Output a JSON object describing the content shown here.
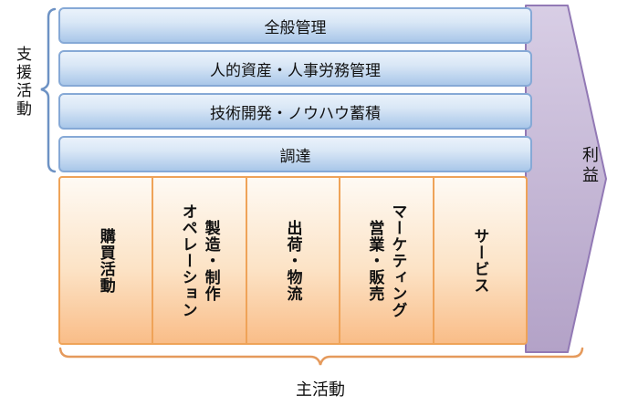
{
  "diagram": {
    "title": "value-chain",
    "support_label": "支援活動",
    "primary_label": "主活動",
    "profit_label": "利益",
    "support_rows": [
      "全般管理",
      "人的資産・人事労務管理",
      "技術開発・ノウハウ蓄積",
      "調達"
    ],
    "primary_columns": [
      "購買活動",
      "製造・制作\nオペレーション",
      "出荷・物流",
      "マーケティング\n営業・販売",
      "サービス"
    ],
    "colors": {
      "bar_fill_top": "#d9e7f6",
      "bar_fill_bottom": "#a9c7e9",
      "bar_border": "#86a9d6",
      "column_fill_top": "#fefaf4",
      "column_fill_bottom": "#f9bd88",
      "column_border": "#efa358",
      "arrow_fill_top": "#d8cee5",
      "arrow_fill_bottom": "#b3a2c7",
      "arrow_border": "#9279b5",
      "brace_support": "#6d92c4",
      "brace_primary": "#e59a5c"
    }
  }
}
